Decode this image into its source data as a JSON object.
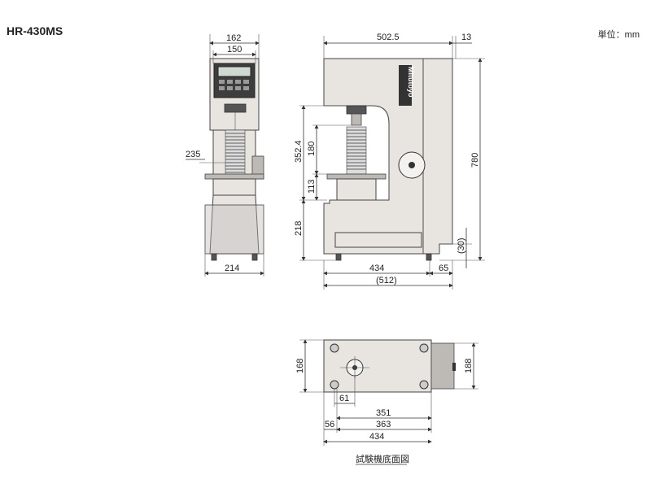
{
  "model": "HR-430MS",
  "units_label": "単位：mm",
  "brand": "Mitutoyo",
  "front_view": {
    "width_top_outer": "162",
    "width_top_inner": "150",
    "indenter_offset": "235",
    "base_width": "214"
  },
  "side_view": {
    "width_top": "502.5",
    "rear_offset": "13",
    "height_total": "780",
    "max_specimen_height": "352.4",
    "spindle_travel": "180",
    "throat_gap": "113",
    "table_height": "218",
    "foot_height": "(30)",
    "base_length": "434",
    "rear_foot": "65",
    "overall_length": "(512)"
  },
  "bottom_view": {
    "width_left": "168",
    "width_right": "188",
    "hole_offset": "61",
    "span_351": "351",
    "span_363": "363",
    "left_offset": "56",
    "base_length": "434",
    "caption": "試験機底面図"
  }
}
